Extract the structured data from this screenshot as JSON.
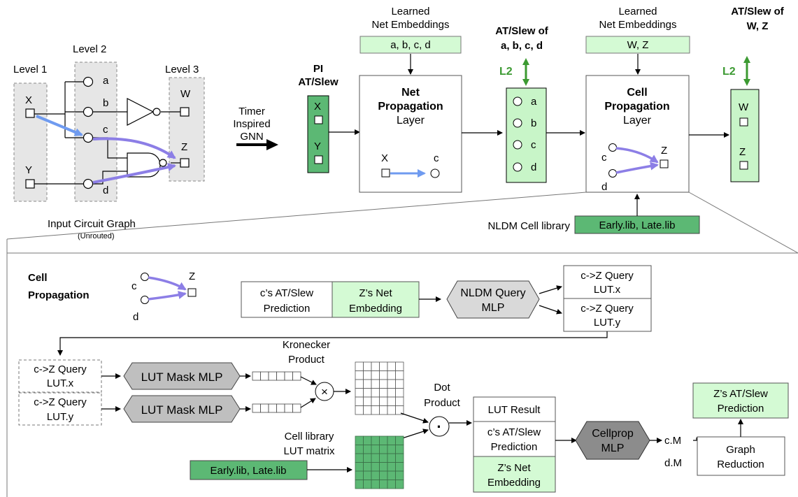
{
  "circuit": {
    "level1": "Level 1",
    "level2": "Level 2",
    "level3": "Level 3",
    "node_x": "X",
    "node_y": "Y",
    "node_a": "a",
    "node_b": "b",
    "node_c": "c",
    "node_d": "d",
    "node_w": "W",
    "node_z": "Z",
    "caption": "Input Circuit Graph",
    "caption_sub": "(Unrouted)"
  },
  "arrow_label": [
    "Timer",
    "Inspired",
    "GNN"
  ],
  "pi": {
    "title_line1": "PI",
    "title_line2": "AT/Slew",
    "x": "X",
    "y": "Y"
  },
  "learned1": {
    "line1": "Learned",
    "line2": "Net Embeddings",
    "value": "a, b, c, d"
  },
  "net_prop": {
    "title_line1": "Net",
    "title_line2": "Propagation",
    "sub": "Layer",
    "x": "X",
    "c": "c"
  },
  "at_slew_abcd": {
    "line1": "AT/Slew of",
    "line2": "a, b, c, d",
    "l2": "L2",
    "items": [
      "a",
      "b",
      "c",
      "d"
    ]
  },
  "learned2": {
    "line1": "Learned",
    "line2": "Net Embeddings",
    "value": "W, Z"
  },
  "cell_prop_top": {
    "title_line1": "Cell",
    "title_line2": "Propagation",
    "sub": "Layer",
    "c": "c",
    "d": "d",
    "z": "Z"
  },
  "at_slew_wz": {
    "line1": "AT/Slew of",
    "line2": "W, Z",
    "l2": "L2",
    "w": "W",
    "z": "Z"
  },
  "nldm": {
    "label": "NLDM Cell library",
    "value": "Early.lib, Late.lib"
  },
  "detail": {
    "title_line1": "Cell",
    "title_line2": "Propagation",
    "icon_c": "c",
    "icon_d": "d",
    "icon_z": "Z",
    "pred_line1": "c’s AT/Slew",
    "pred_line2": "Prediction",
    "emb_line1": "Z’s Net",
    "emb_line2": "Embedding",
    "nldm_mlp_line1": "NLDM Query",
    "nldm_mlp_line2": "MLP",
    "query_x_line1": "c->Z Query",
    "query_x_line2": "LUT.x",
    "query_y_line1": "c->Z Query",
    "query_y_line2": "LUT.y",
    "mask_mlp": "LUT Mask MLP",
    "kron_line1": "Kronecker",
    "kron_line2": "Product",
    "times": "×",
    "dot_line1": "Dot",
    "dot_line2": "Product",
    "dot": "·",
    "lut_lib_line1": "Cell library",
    "lut_lib_line2": "LUT matrix",
    "lib_value": "Early.lib, Late.lib",
    "lut_result": "LUT Result",
    "cellprop_line1": "Cellprop",
    "cellprop_line2": "MLP",
    "cm": "c.M",
    "dm": "d.M",
    "graph_red_line1": "Graph",
    "graph_red_line2": "Reduction",
    "z_pred_line1": "Z’s AT/Slew",
    "z_pred_line2": "Prediction"
  },
  "colors": {
    "light_green": "#d4fad4",
    "mid_green": "#c8f5c8",
    "dark_green": "#5cb874",
    "arrow_blue": "#6f9bf0",
    "arrow_purple": "#8c7ee6",
    "l2_green": "#3c9a32",
    "light_gray": "#d9d9d9",
    "dark_gray": "#8c8c8c"
  }
}
